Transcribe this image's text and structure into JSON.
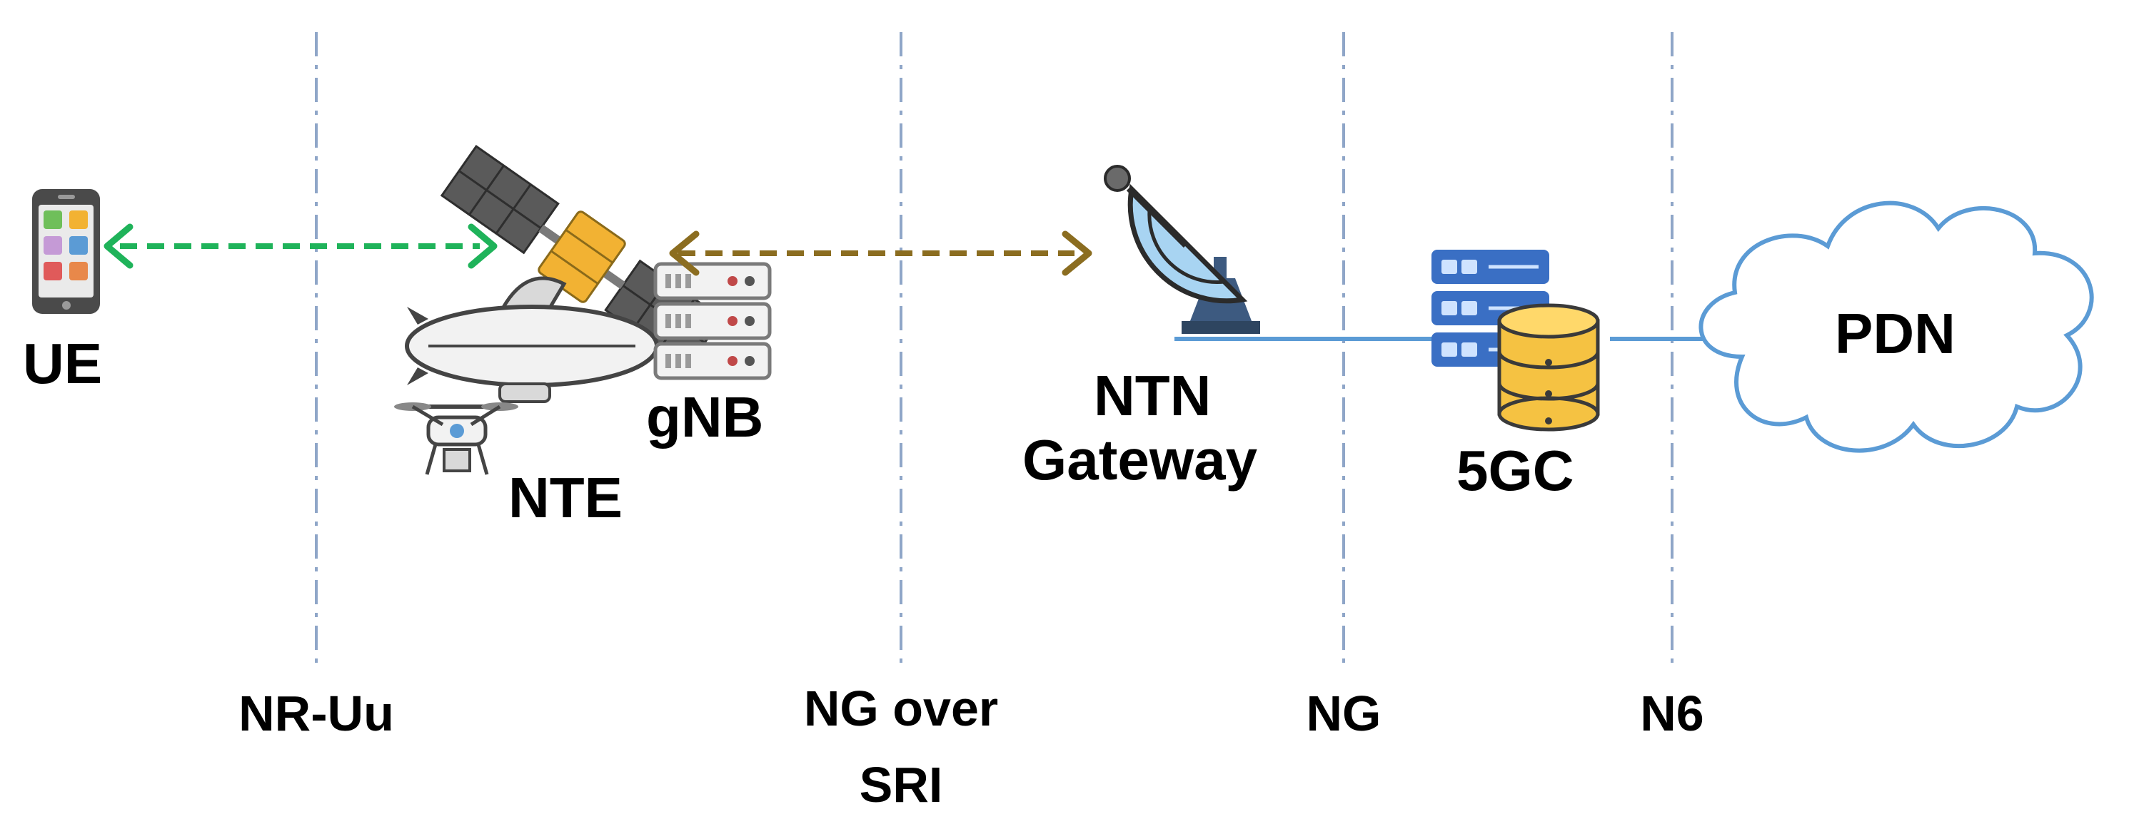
{
  "nodes": {
    "ue": "UE",
    "gnb": "gNB",
    "nte": "NTE",
    "ntn_gateway_line1": "NTN",
    "ntn_gateway_line2": "Gateway",
    "core": "5GC",
    "pdn": "PDN"
  },
  "interfaces": {
    "nr_uu": "NR-Uu",
    "ng_over_sri_line1": "NG over",
    "ng_over_sri_line2": "SRI",
    "ng": "NG",
    "n6": "N6"
  },
  "icons": [
    "smartphone-icon",
    "satellite-icon",
    "airship-icon",
    "drone-icon",
    "server-rack-icon",
    "satellite-dish-icon",
    "server-database-icon",
    "cloud-icon"
  ],
  "colors": {
    "nr_uu_link": "#1fb35a",
    "sri_link": "#8b6d20",
    "wired_link": "#5b9bd5",
    "boundary": "#8fa6c8",
    "cloud": "#5b9bd5"
  }
}
